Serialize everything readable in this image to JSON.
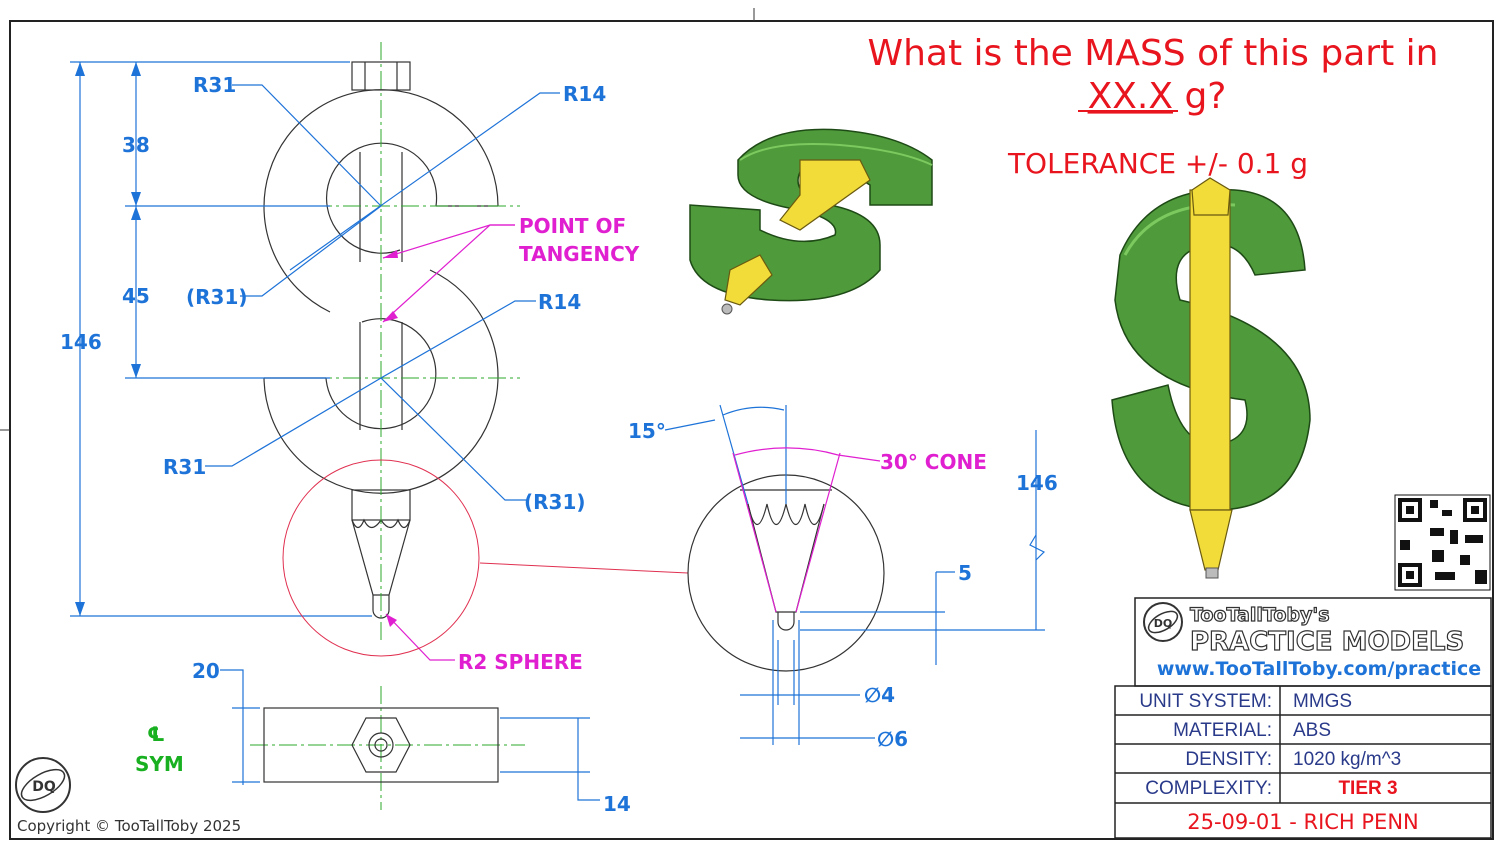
{
  "question": {
    "line1": "What is the MASS of this part in",
    "line2_underlined": "XX.X",
    "line2_rest": " g?",
    "tolerance": "TOLERANCE +/- 0.1 g"
  },
  "dimensions": {
    "r31_top": "R31",
    "r14_top": "R14",
    "d38": "38",
    "d45": "45",
    "d146_left": "146",
    "r31_ref": "(R31)",
    "r14_mid": "R14",
    "r31_bottom": "R31",
    "r31_ref_right": "(R31)",
    "angle15": "15°",
    "cone30": "30° CONE",
    "d146_right": "146",
    "d5": "5",
    "dia4": "∅4",
    "dia6": "∅6",
    "d20": "20",
    "d14": "14"
  },
  "notes": {
    "tangency_1": "POINT OF",
    "tangency_2": "TANGENCY",
    "sphere": "R2 SPHERE",
    "cl": "℄",
    "sym": "SYM"
  },
  "brand": {
    "name": "TooTallToby's",
    "title": "PRACTICE MODELS",
    "url": "www.TooTallToby.com/practice"
  },
  "title_block": {
    "rows": [
      {
        "label": "UNIT SYSTEM:",
        "value": "MMGS"
      },
      {
        "label": "MATERIAL:",
        "value": "ABS"
      },
      {
        "label": "DENSITY:",
        "value": "1020 kg/m^3"
      },
      {
        "label": "COMPLEXITY:",
        "value": "TIER 3"
      }
    ],
    "footer": "25-09-01 - RICH PENN"
  },
  "copyright": "Copyright © TooTallToby 2025",
  "colors": {
    "dimension": "#1e73d8",
    "note": "#e020d0",
    "question": "#e8141e",
    "part": "#4f9a3a",
    "pencil": "#f2dc3a"
  }
}
